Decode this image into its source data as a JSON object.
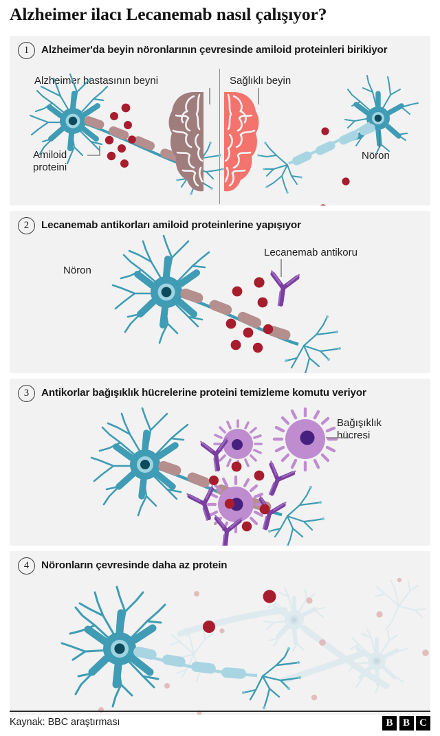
{
  "title": "Alzheimer ilacı Lecanemab nasıl çalışıyor?",
  "steps": [
    {
      "number": "1",
      "title": "Alzheimer'da beyin nöronlarının çevresinde amiloid proteinleri birikiyor",
      "labels": {
        "diseased_brain": "Alzheimer hastasının beyni",
        "healthy_brain": "Sağlıklı beyin",
        "amyloid": "Amiloid\nproteini",
        "neuron": "Nöron"
      }
    },
    {
      "number": "2",
      "title": "Lecanemab antikorları amiloid proteinlerine yapışıyor",
      "labels": {
        "neuron": "Nöron",
        "antibody": "Lecanemab antikoru"
      }
    },
    {
      "number": "3",
      "title": "Antikorlar bağışıklık hücrelerine proteini temizleme komutu veriyor",
      "labels": {
        "immune_cell": "Bağışıklık\nhücresi"
      }
    },
    {
      "number": "4",
      "title": "Nöronların çevresinde daha az protein",
      "labels": {}
    }
  ],
  "footer": {
    "source": "Kaynak: BBC araştırması",
    "logo": [
      "B",
      "B",
      "C"
    ]
  },
  "colors": {
    "panel_background": "#f2f2f2",
    "page_background": "#ffffff",
    "neuron_teal": "#3f9cb4",
    "neuron_teal_light": "#9fd3e0",
    "neuron_nucleus": "#0d4a5c",
    "myelin_diseased": "#b58e8e",
    "myelin_healthy": "#a9d5e2",
    "amyloid_red": "#a81d2d",
    "brain_diseased": "#a07d7d",
    "brain_healthy": "#f4736d",
    "antibody_purple": "#7b3fa0",
    "immune_cell": "#c08cd0",
    "immune_nucleus": "#46207e",
    "text": "#1f1f1f",
    "faded_neuron": "#d6e7ee"
  }
}
